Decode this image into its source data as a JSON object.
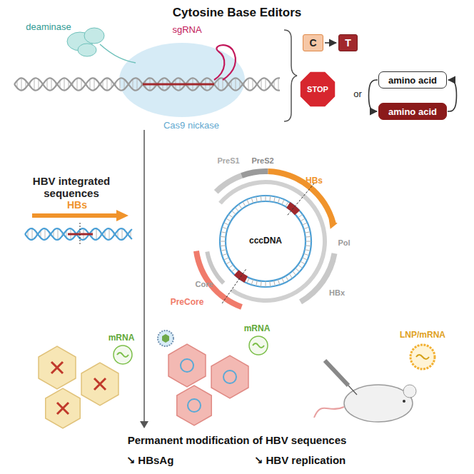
{
  "diagram": {
    "title": "Cytosine Base Editors",
    "nodes": [
      {
        "text": [
          "C"
        ]
      },
      {
        "text": [
          "T"
        ]
      },
      {
        "text": [
          "STOP"
        ]
      },
      {
        "text": [
          "amino acid"
        ]
      },
      {
        "text": [
          "amino acid"
        ]
      }
    ],
    "edges": [
      {
        "from": 0,
        "to": 1,
        "arrow": "to"
      },
      {
        "from": 3,
        "to": 4,
        "arrow": "to"
      },
      {
        "from": 4,
        "to": 3,
        "arrow": "to"
      }
    ],
    "labels": [
      "deaminase",
      "sgRNA",
      "Cas9 nickase",
      "or",
      "HBV integrated sequences",
      "HBs",
      "PreS1",
      "PreS2",
      "HBs",
      "cccDNA",
      "Pol",
      "HBx",
      "Core",
      "PreCore",
      "mRNA",
      "mRNA",
      "LNP/mRNA",
      "Permanent modification of HBV sequences",
      "↘ HBsAg",
      "↘ HBV replication"
    ]
  }
}
